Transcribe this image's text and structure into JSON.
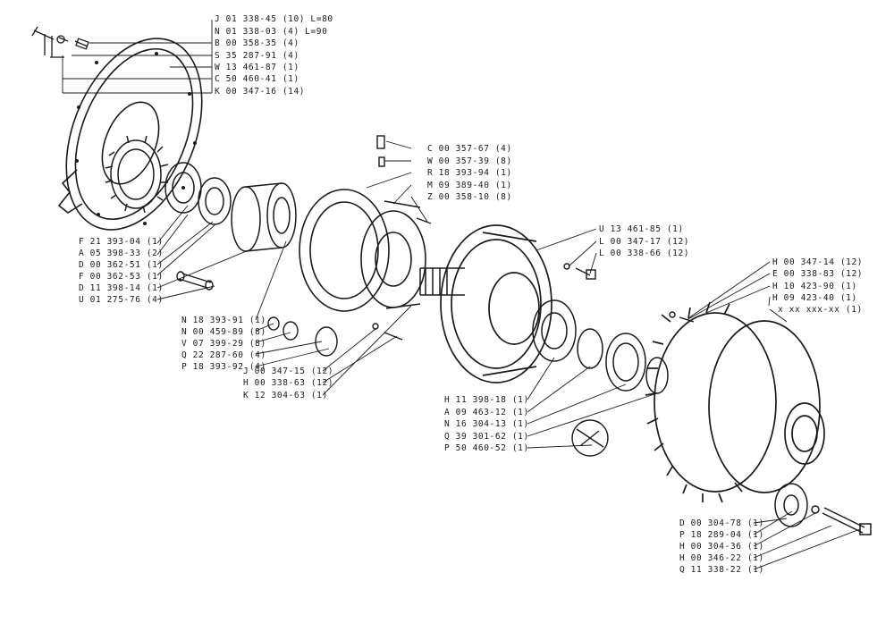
{
  "colors": {
    "ink": "#1a1a1a",
    "paper": "#ffffff"
  },
  "labels": {
    "J0": "J 01 338-45 (10) L=80",
    "N0": "N 01 338-03 (4) L=90",
    "B0": "B 00 358-35 (4)",
    "S0": "S 35 287-91 (4)",
    "W0": "W 13 461-87 (1)",
    "C0": "C 50 460-41 (1)",
    "K0": "K 00 347-16 (14)",
    "F1": "F 21 393-04 (1)",
    "A1": "A 05 398-33 (2)",
    "D1": "D 00 362-51 (1)",
    "F2": "F 00 362-53 (1)",
    "D2": "D 11 398-14 (1)",
    "U1": "U 01 275-76 (4)",
    "C2": "C 00 357-67 (4)",
    "W2": "W 00 357-39 (8)",
    "R2": "R 18 393-94 (1)",
    "M2": "M 09 389-40 (1)",
    "Z2": "Z 00 358-10 (8)",
    "N3": "N 18 393-91 (1)",
    "N4": "N 00 459-89 (8)",
    "V4": "V 07 399-29 (8)",
    "Q4": "Q 22 287-60 (4)",
    "P4": "P 18 393-92 (4)",
    "J5": "J 00 347-15 (12)",
    "H5": "H 00 338-63 (12)",
    "K5": "K 12 304-63 (1)",
    "U6": "U 13 461-85 (1)",
    "L6": "L 00 347-17 (12)",
    "L7": "L 00 338-66 (12)",
    "H8": "H 00 347-14 (12)",
    "E8": "E 00 338-83 (12)",
    "H9": "H 10 423-90 (1)",
    "H10": "H 09 423-40 (1)",
    "X10": "x xx xxx-xx (1)",
    "H11": "H 11 398-18 (1)",
    "A11": "A 09 463-12 (1)",
    "N11": "N 16 304-13 (1)",
    "Q11": "Q 39 301-62 (1)",
    "P11": "P 50 460-52 (1)",
    "D12": "D 00 304-78 (1)",
    "P12": "P 18 289-04 (1)",
    "H12": "H 00 304-36 (1)",
    "H13": "H 00 346-22 (1)",
    "Q13": "Q 11 338-22 (1)"
  }
}
